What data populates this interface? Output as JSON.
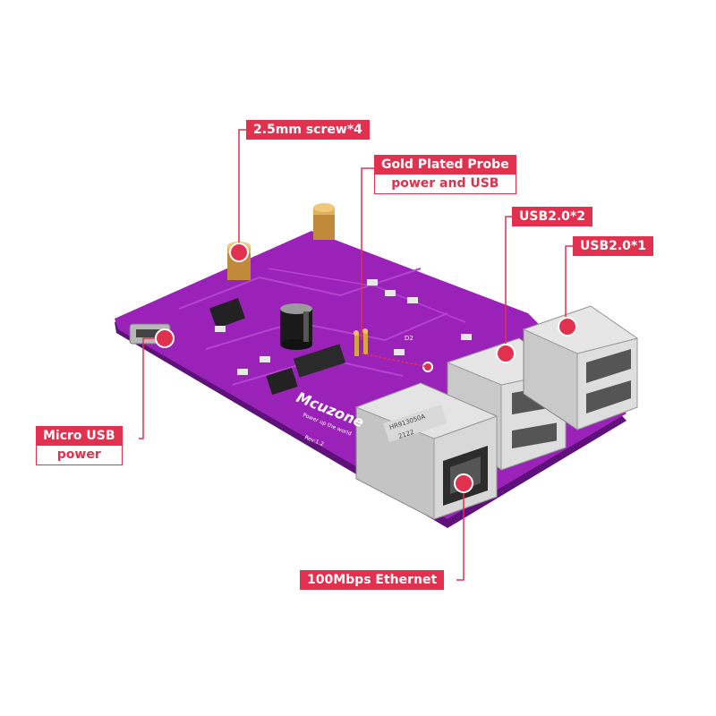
{
  "colors": {
    "accent": "#e2304f",
    "board": "#8e1fae",
    "board_dark": "#5e1178",
    "label_text": "#ffffff"
  },
  "labels": {
    "screw": {
      "main": "2.5mm screw*4"
    },
    "probe": {
      "main": "Gold Plated Probe",
      "sub": "power and USB"
    },
    "usb2x2": {
      "main": "USB2.0*2"
    },
    "usb2x1": {
      "main": "USB2.0*1"
    },
    "micro_usb": {
      "main": "Micro USB",
      "sub": "power"
    },
    "ethernet": {
      "main": "100Mbps Ethernet"
    }
  },
  "board": {
    "brand": "Mcuzone",
    "tagline": "Power up the world",
    "revision": "Rev:1.2",
    "chip_marking": "HR913050A",
    "chip_code": "2122",
    "diode_label": "D2"
  }
}
